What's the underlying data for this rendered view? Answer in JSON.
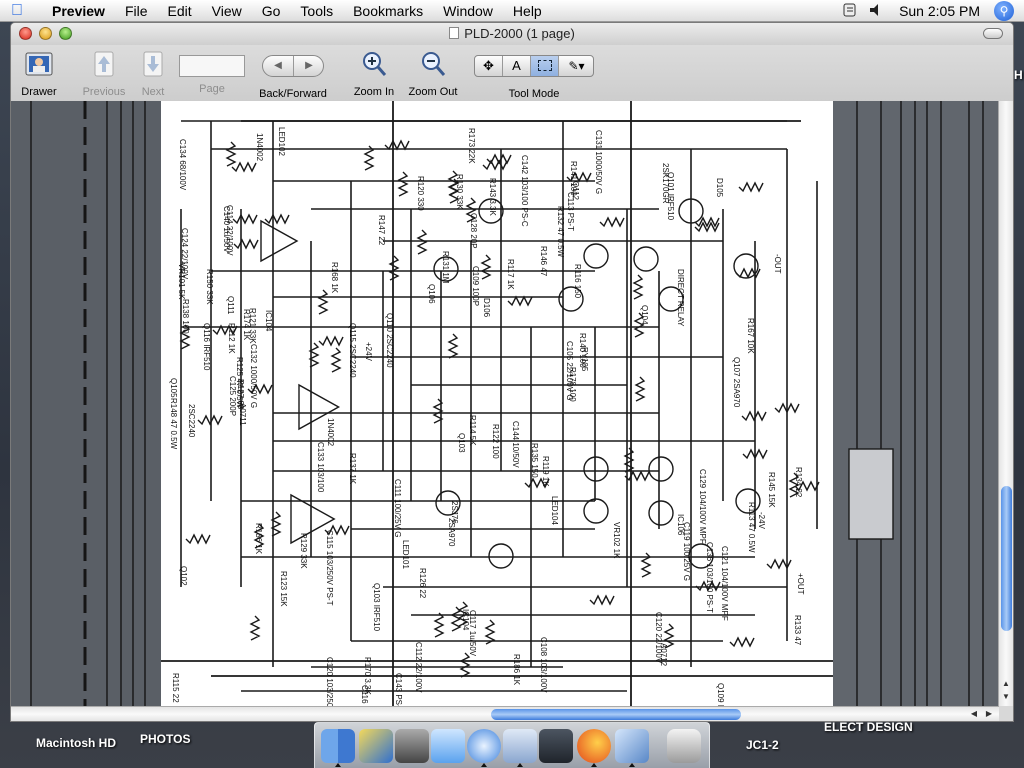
{
  "menubar": {
    "apple_icon": "apple-logo-icon",
    "app_name": "Preview",
    "items": [
      "File",
      "Edit",
      "View",
      "Go",
      "Tools",
      "Bookmarks",
      "Window",
      "Help"
    ],
    "clock": "Sun 2:05 PM",
    "status_icons": [
      "script-menu-icon",
      "volume-icon",
      "spotlight-icon"
    ]
  },
  "window": {
    "title": "PLD-2000 (1 page)",
    "toolbar": {
      "drawer": "Drawer",
      "previous": "Previous",
      "next": "Next",
      "page": "Page",
      "page_value": "",
      "back_forward": "Back/Forward",
      "zoom_in": "Zoom In",
      "zoom_out": "Zoom Out",
      "tool_mode": "Tool Mode",
      "tool_mode_options": [
        "move-tool-icon",
        "text-tool-icon",
        "select-tool-icon",
        "annotate-tool-icon"
      ],
      "selected_tool": "select-tool-icon"
    }
  },
  "schematic_labels": [
    "Q115 2SC2240",
    "R147 22",
    "R145 15K",
    "C119 100/25V G",
    "R137 1K",
    "R136 1K",
    "R134 22",
    "Q110 2SC2240",
    "R135 150",
    "C132 1000/50V G",
    "C136 103/100 PS-T",
    "C144 10/50V",
    "C105 22/100V G",
    "C114 22/100V",
    "C112 22/100V",
    "A0712",
    "IC104",
    "R130 33K",
    "R167 10K",
    "R168 1K",
    "Q116 IRF510",
    "C143 PS-T",
    "C129 104/100V MPF",
    "C142 103/100 PS-C",
    "C128 20P",
    "D106",
    "1N4002",
    "R146 47",
    "LED104",
    "R143 3.3K",
    "R148 47 0.5W",
    "R173 22K",
    "Q112",
    "Q111",
    "2SJ76",
    "R133 47",
    "LED102",
    "Q109 IRF9510",
    "C121 104/100V MPF",
    "C108 103/100V",
    "R138 100",
    "R141 100",
    "R140 100",
    "R170 3.3K",
    "R132 47 0.5W",
    "VR102 1K",
    "VR101 5K",
    "R121 33K",
    "R150 33K",
    "R122 100",
    "R186 1K",
    "R112 1K",
    "C140 1u/50V",
    "IC104",
    "R174 1K",
    "R125 47 0.5W",
    "Q103 IRF510",
    "R114 5K",
    "R113 47 0.5W",
    "LED101",
    "C109 100P",
    "DIRECT RELAY",
    "R178 100",
    "C117 1u/50V",
    "A0711",
    "R131 1M",
    "IC106",
    "R129 33K",
    "R127 68",
    "2SK170GR",
    "Q106",
    "Q105",
    "Q104",
    "2SC2240",
    "Q103",
    "Q102",
    "2SA970",
    "Q101 IRF510",
    "+OUT",
    "-OUT",
    "+24V",
    "-24V",
    "Q107 2SA970",
    "R126 22",
    "R123 15K",
    "R119 1K",
    "C111 100/25V G",
    "C125 200P",
    "R120 330",
    "R117 1K",
    "R115 22",
    "R116 150",
    "C120 103/250V PS-T",
    "C115 103/250V PS-T",
    "RY105",
    "D105",
    "1N4002",
    "C120 22/100V",
    "C131 1000/50V G",
    "C124 22/100V",
    "C116 22/100",
    "C134 68/100V",
    "C133 103/100",
    "C113 PS-T"
  ],
  "dock": {
    "items": [
      "finder-icon",
      "word-icon",
      "printer-icon",
      "app-folder-icon",
      "safari-icon",
      "preview-icon",
      "activity-monitor-icon",
      "firefox-icon",
      "iphoto-icon",
      "trash-icon"
    ]
  },
  "desktop": {
    "icons": [
      "Macintosh HD",
      "PHOTOS",
      "JC1-2",
      "ELECT DESIGN"
    ],
    "edge_label": "H"
  },
  "colors": {
    "accent": "#3d7bdc",
    "schematic_ink": "#1a1a1a",
    "page_paper": "#ffffff",
    "scan_shadow": "#5a5f66"
  }
}
